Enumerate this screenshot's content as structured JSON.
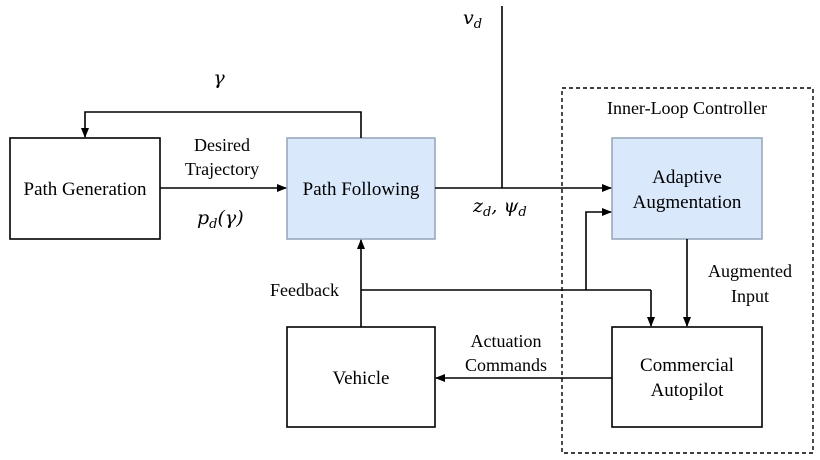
{
  "diagram": {
    "container": {
      "title": "Inner-Loop Controller"
    },
    "blocks": {
      "path_generation": "Path Generation",
      "path_following": "Path Following",
      "adaptive_augmentation": [
        "Adaptive",
        "Augmentation"
      ],
      "vehicle": "Vehicle",
      "commercial_autopilot": [
        "Commercial",
        "Autopilot"
      ]
    },
    "labels": {
      "desired_trajectory": [
        "Desired",
        "Trajectory"
      ],
      "feedback": "Feedback",
      "augmented_input": [
        "Augmented",
        "Input"
      ],
      "actuation_commands": [
        "Actuation",
        "Commands"
      ]
    },
    "math": {
      "gamma": "γ",
      "v_d": {
        "base": "v",
        "sub": "d"
      },
      "p_d_gamma": {
        "base": "p",
        "sub": "d",
        "arg": "(γ)"
      },
      "z_d_psi_d": {
        "z": "z",
        "z_sub": "d",
        "sep": ", ",
        "psi": "ψ",
        "psi_sub": "d"
      }
    },
    "colors": {
      "highlight_fill": "#dae8fc",
      "highlight_stroke": "#9aa9bd",
      "plain_stroke": "#000000"
    }
  }
}
